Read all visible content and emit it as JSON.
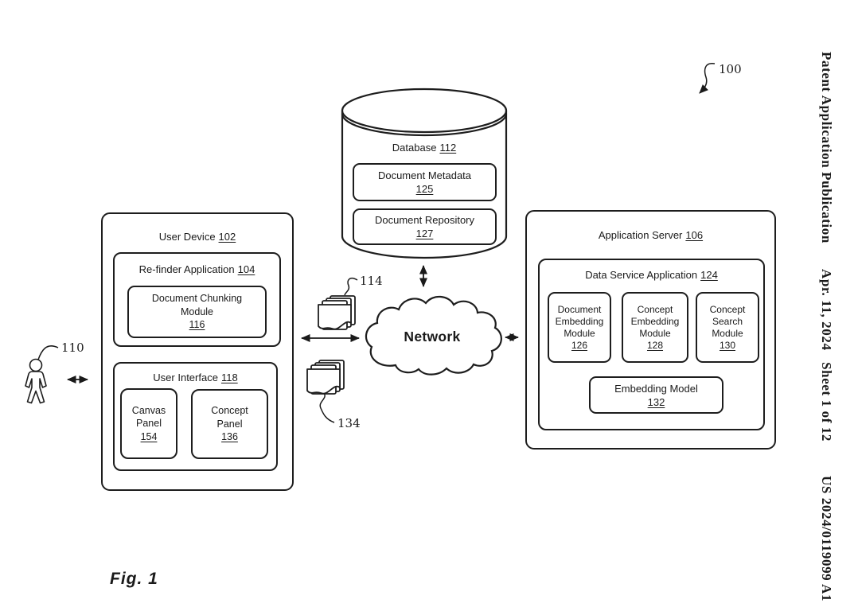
{
  "header": {
    "publication": "Patent Application Publication",
    "date_sheet": "Apr. 11, 2024   Sheet 1 of 12",
    "doc_number": "US 2024/0119099 A1"
  },
  "figure": {
    "label": "Fig. 1",
    "ref": "100"
  },
  "user": {
    "ref": "110"
  },
  "documents_top": {
    "ref": "114"
  },
  "documents_bottom": {
    "ref": "134"
  },
  "network": {
    "label": "Network"
  },
  "database": {
    "title": "Database",
    "ref": "112",
    "metadata": {
      "title": "Document Metadata",
      "ref": "125"
    },
    "repository": {
      "title": "Document Repository",
      "ref": "127"
    }
  },
  "user_device": {
    "title": "User Device",
    "ref": "102",
    "refinder_app": {
      "title": "Re-finder Application",
      "ref": "104",
      "chunking_module": {
        "line1": "Document Chunking",
        "line2": "Module",
        "ref": "116"
      }
    },
    "user_interface": {
      "title": "User Interface",
      "ref": "118",
      "canvas_panel": {
        "line1": "Canvas",
        "line2": "Panel",
        "ref": "154"
      },
      "concept_panel": {
        "line1": "Concept",
        "line2": "Panel",
        "ref": "136"
      }
    }
  },
  "application_server": {
    "title": "Application Server",
    "ref": "106",
    "data_service_app": {
      "title": "Data Service Application",
      "ref": "124",
      "modules": [
        {
          "line1": "Document",
          "line2": "Embedding",
          "line3": "Module",
          "ref": "126"
        },
        {
          "line1": "Concept",
          "line2": "Embedding",
          "line3": "Module",
          "ref": "128"
        },
        {
          "line1": "Concept",
          "line2": "Search",
          "line3": "Module",
          "ref": "130"
        }
      ],
      "embedding_model": {
        "title": "Embedding Model",
        "ref": "132"
      }
    }
  }
}
